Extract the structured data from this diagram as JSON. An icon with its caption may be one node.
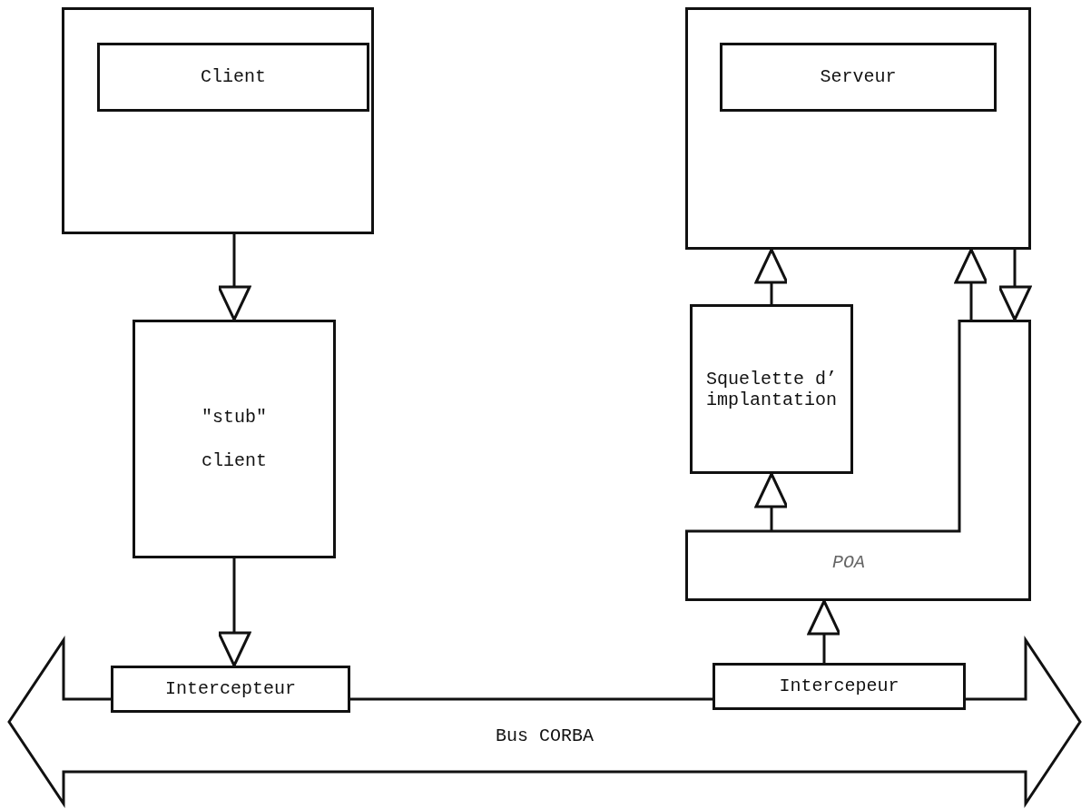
{
  "diagram": {
    "nodes": [
      {
        "text": [],
        "shape": "box"
      },
      {
        "text": [
          "Client"
        ],
        "in": 0
      },
      {
        "text": [],
        "shape": "box"
      },
      {
        "text": [
          "Serveur"
        ],
        "in": 2
      },
      {
        "text": [
          "\"stub\" client"
        ]
      },
      {
        "text": [
          "Squelette d’ implantation"
        ]
      },
      {
        "text": [
          "POA"
        ]
      },
      {
        "text": [
          "Intercepteur"
        ]
      },
      {
        "text": [
          "Intercepeur"
        ]
      },
      {
        "text": [
          "Bus CORBA"
        ]
      }
    ],
    "edges": [
      {
        "from": 0,
        "to": 4,
        "arrow": "to"
      },
      {
        "from": 4,
        "to": 7,
        "arrow": "to"
      },
      {
        "from": 5,
        "to": 2,
        "arrow": "to"
      },
      {
        "from": 6,
        "to": 5,
        "arrow": "to"
      },
      {
        "from": 8,
        "to": 6,
        "arrow": "to"
      },
      {
        "from": 6,
        "to": 2,
        "arrow": "to"
      },
      {
        "from": 2,
        "to": 6,
        "arrow": "to"
      }
    ]
  }
}
